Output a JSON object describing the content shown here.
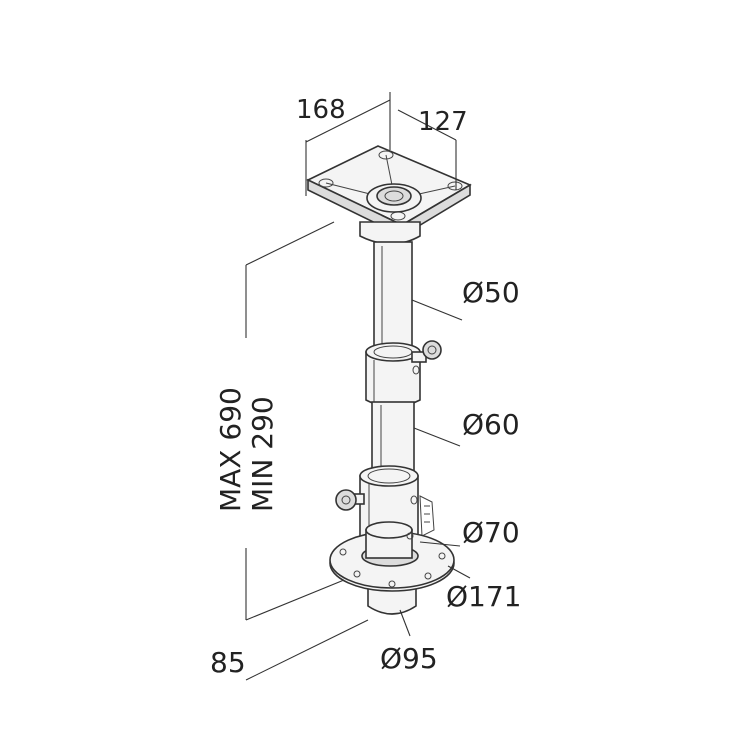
{
  "dimensions": {
    "top_width": "168",
    "top_depth": "127",
    "upper_tube_diameter": "Ø50",
    "middle_tube_diameter": "Ø60",
    "lower_tube_diameter": "Ø70",
    "base_flange_diameter": "Ø171",
    "base_spigot_diameter": "Ø95",
    "base_height": "85",
    "height_max": "MAX 690",
    "height_min": "MIN 290"
  },
  "colors": {
    "line": "#333333",
    "fill_light": "#f4f4f4",
    "fill_shade": "#dcdcdc"
  }
}
